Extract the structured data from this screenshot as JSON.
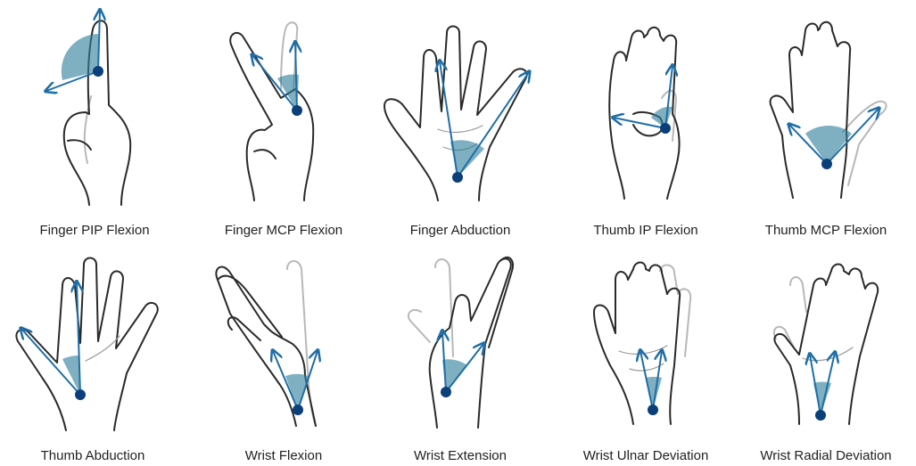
{
  "panels": [
    {
      "label": "Finger PIP Flexion"
    },
    {
      "label": "Finger MCP Flexion"
    },
    {
      "label": "Finger Abduction"
    },
    {
      "label": "Thumb IP Flexion"
    },
    {
      "label": "Thumb MCP Flexion"
    },
    {
      "label": "Thumb Abduction"
    },
    {
      "label": "Wrist Flexion"
    },
    {
      "label": "Wrist Extension"
    },
    {
      "label": "Wrist Ulnar Deviation"
    },
    {
      "label": "Wrist Radial Deviation"
    }
  ],
  "colors": {
    "outline": "#2a2a2a",
    "ghost_outline": "#b8b8b8",
    "angle_fill": "#2f7f9c",
    "vector": "#1f6ea6",
    "pivot": "#0b3f7a"
  },
  "icons": [
    "hand-icon",
    "angle-arc-icon",
    "arrow-vector-icon",
    "joint-pivot-icon"
  ]
}
